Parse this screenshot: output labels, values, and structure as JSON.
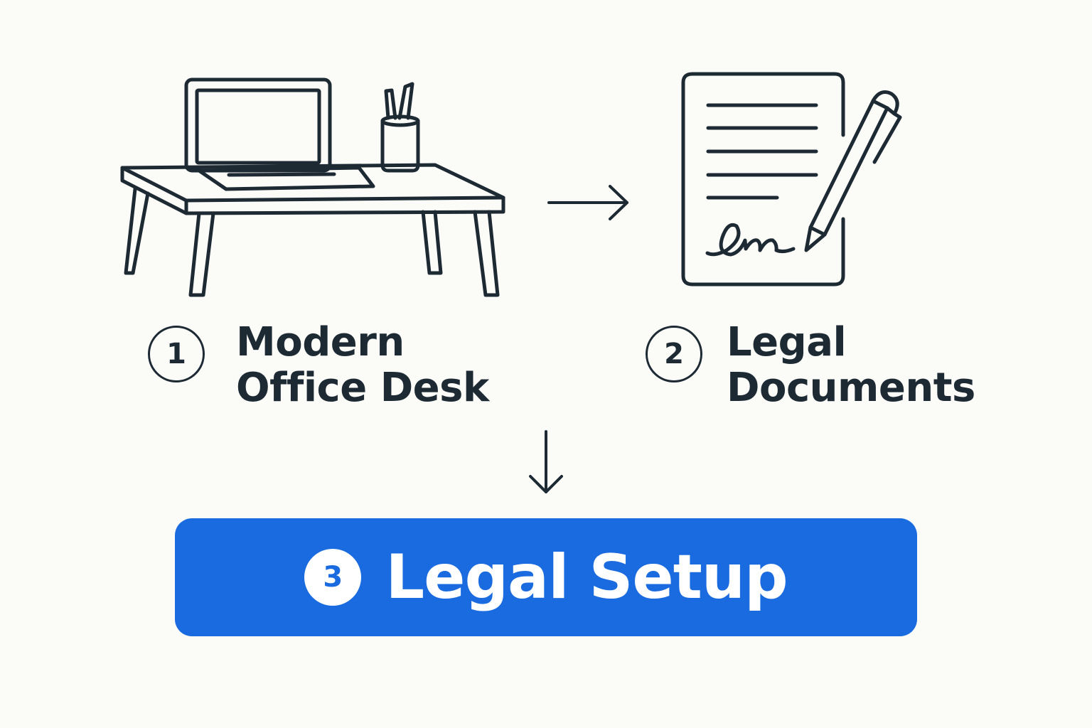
{
  "steps": [
    {
      "number": "1",
      "line1": "Modern",
      "line2": "Office Desk",
      "icon": "desk-laptop-icon"
    },
    {
      "number": "2",
      "line1": "Legal",
      "line2": "Documents",
      "icon": "signed-document-icon"
    }
  ],
  "result": {
    "number": "3",
    "label": "Legal Setup"
  },
  "colors": {
    "background": "#fbfbf8",
    "ink": "#1e2a33",
    "accent": "#1a6ae0"
  }
}
